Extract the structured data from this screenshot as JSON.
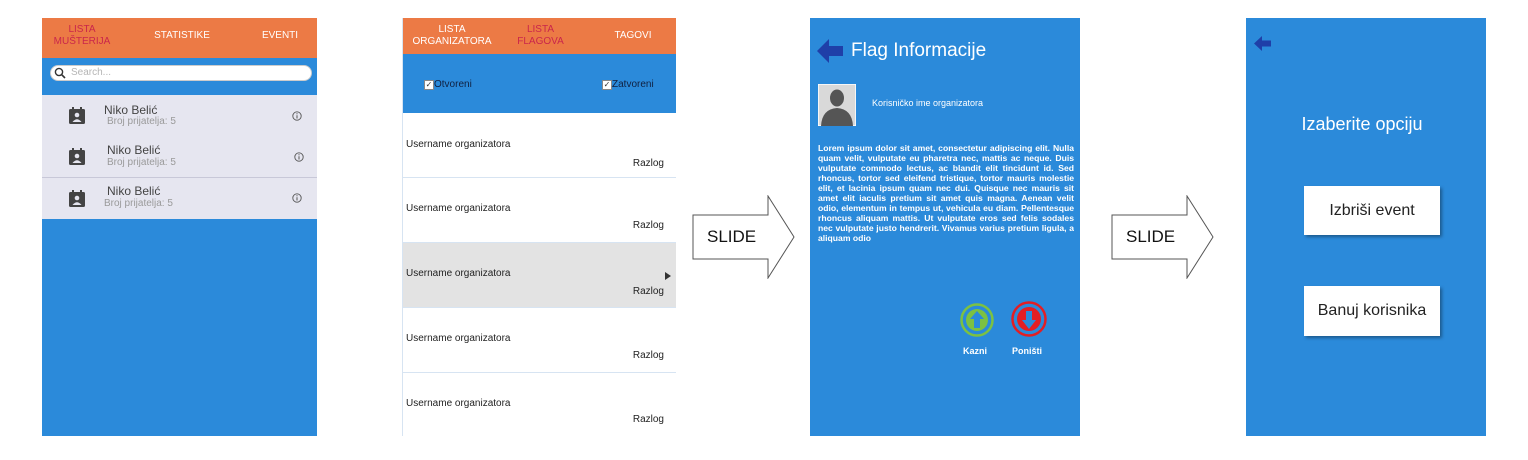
{
  "screen1": {
    "nav": {
      "customers": "LISTA\nMUŠTERIJA",
      "statistics": "STATISTIKE",
      "events": "EVENTI"
    },
    "search": {
      "placeholder": "Search..."
    },
    "users": [
      {
        "name": "Niko Belić",
        "friends": "Broj prijatelja: 5"
      },
      {
        "name": "Niko Belić",
        "friends": "Broj prijatelja: 5"
      },
      {
        "name": "Niko Belić",
        "friends": "Broj prijatelja: 5"
      }
    ]
  },
  "screen2": {
    "nav": {
      "organizers": "LISTA\nORGANIZATORA",
      "flags": "LISTA\nFLAGOVA",
      "tags": "TAGOVI"
    },
    "filters": {
      "open": "Otvoreni",
      "closed": "Zatvoreni"
    },
    "rows": [
      {
        "user": "Username organizatora",
        "reason": "Razlog"
      },
      {
        "user": "Username organizatora",
        "reason": "Razlog"
      },
      {
        "user": "Username organizatora",
        "reason": "Razlog"
      },
      {
        "user": "Username organizatora",
        "reason": "Razlog"
      },
      {
        "user": "Username organizatora",
        "reason": "Razlog"
      }
    ]
  },
  "slide_label": "SLIDE",
  "screen3": {
    "title": "Flag Informacije",
    "organizer_name": "Korisničko ime organizatora",
    "body": "Lorem ipsum dolor sit amet, consectetur adipiscing elit. Nulla quam velit, vulputate eu pharetra nec, mattis ac neque. Duis vulputate commodo lectus, ac blandit elit tincidunt id. Sed rhoncus, tortor sed eleifend tristique, tortor mauris molestie elit, et lacinia ipsum quam nec dui. Quisque nec mauris sit amet elit iaculis pretium sit amet quis magna. Aenean velit odio, elementum in tempus ut, vehicula eu diam. Pellentesque rhoncus aliquam mattis. Ut vulputate eros sed felis sodales nec vulputate justo hendrerit. Vivamus varius pretium ligula, a aliquam odio",
    "actions": {
      "punish": "Kazni",
      "cancel": "Poništi"
    },
    "colors": {
      "punish": "#7cc142",
      "cancel": "#e31e24"
    }
  },
  "screen4": {
    "title": "Izaberite opciju",
    "delete_event": "Izbriši event",
    "ban_user": "Banuj korisnika"
  },
  "colors": {
    "blue": "#2b8ada",
    "orange": "#ec7a45",
    "nav_red": "#c9264b"
  }
}
